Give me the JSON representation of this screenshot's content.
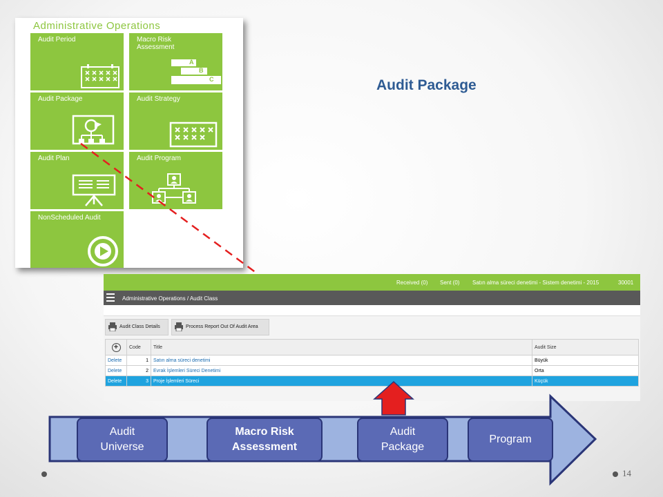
{
  "tile_menu": {
    "title": "Administrative Operations",
    "tiles": [
      {
        "label": "Audit Period",
        "icon": "calendar-icon"
      },
      {
        "label": "Macro Risk\nAssessment",
        "icon": "abc-steps-icon"
      },
      {
        "label": "Audit Package",
        "icon": "package-flowchart-icon"
      },
      {
        "label": "Audit Strategy",
        "icon": "calendar-icon"
      },
      {
        "label": "Audit Plan",
        "icon": "presentation-board-icon"
      },
      {
        "label": "Audit Program",
        "icon": "org-chart-icon"
      },
      {
        "label": "NonScheduled Audit",
        "icon": "play-circle-icon"
      }
    ],
    "abc_letters": [
      "A",
      "B",
      "C"
    ]
  },
  "heading": "Audit Package",
  "app": {
    "topbar": {
      "received": "Received (0)",
      "sent": "Sent (0)",
      "context": "Satın alma süreci denetimi - Sistem denetimi - 2015",
      "code": "30001"
    },
    "breadcrumb": "Administrative Operations / Audit Class",
    "toolbar": {
      "details_label": "Audit Class Details",
      "process_label": "Process Report Out Of Audit Area"
    },
    "table": {
      "add_symbol": "+",
      "headers": {
        "code": "Code",
        "title": "Title",
        "size": "Audit Size"
      },
      "rows": [
        {
          "action": "Delete",
          "code": "1",
          "title": "Satın alma süreci denetimi",
          "size": "Büyük",
          "selected": false
        },
        {
          "action": "Delete",
          "code": "2",
          "title": "Evrak İşlemleri Süreci Denetimi",
          "size": "Orta",
          "selected": false
        },
        {
          "action": "Delete",
          "code": "3",
          "title": "Proje İşlemleri Süreci",
          "size": "Küçük",
          "selected": true
        }
      ]
    }
  },
  "process": {
    "steps": [
      {
        "label": "Audit\nUniverse"
      },
      {
        "label": "Macro Risk\nAssessment"
      },
      {
        "label": "Audit\nPackage"
      },
      {
        "label": "Program"
      }
    ]
  },
  "colors": {
    "tile_green": "#8dc63f",
    "heading_blue": "#2e5b93",
    "step_fill": "#5b6ab5",
    "arrow_fill": "#9db3e0",
    "pointer_red": "#e41f1f",
    "selected_row": "#1fa3df"
  },
  "page_number": "14"
}
